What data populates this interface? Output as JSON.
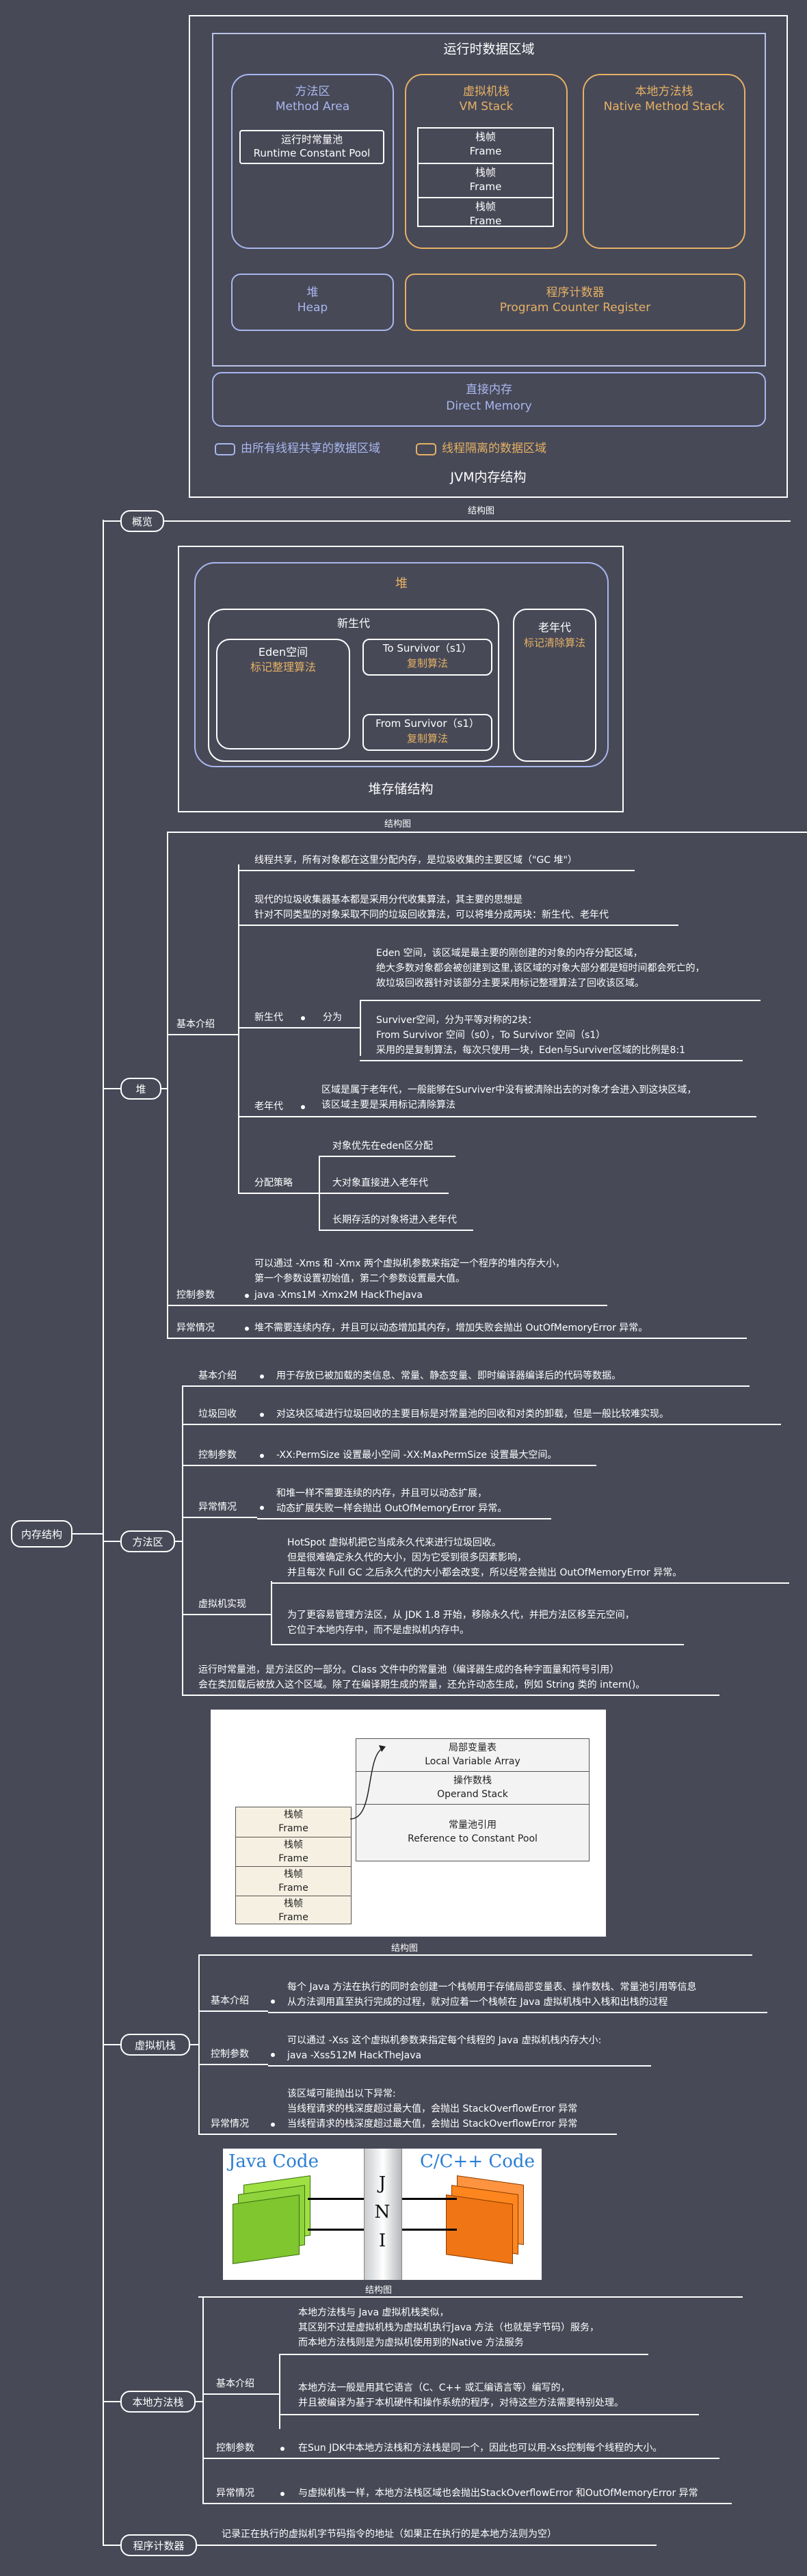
{
  "root": {
    "label": "内存结构"
  },
  "jvm_figure": {
    "runtime_area_title": "运行时数据区域",
    "method_area": {
      "zh": "方法区",
      "en": "Method Area"
    },
    "constant_pool": {
      "zh": "运行时常量池",
      "en": "Runtime Constant Pool"
    },
    "vm_stack": {
      "zh": "虚拟机栈",
      "en": "VM Stack"
    },
    "frame_zh": "栈帧",
    "frame_en": "Frame",
    "native_stack": {
      "zh": "本地方法栈",
      "en": "Native Method Stack"
    },
    "heap": {
      "zh": "堆",
      "en": "Heap"
    },
    "pc": {
      "zh": "程序计数器",
      "en": "Program Counter Register"
    },
    "direct_memory": {
      "zh": "直接内存",
      "en": "Direct Memory"
    },
    "legend_shared": "由所有线程共享的数据区域",
    "legend_isolated": "线程隔离的数据区域",
    "caption": "JVM内存结构"
  },
  "overview": {
    "label": "概览",
    "figure_caption": "结构图"
  },
  "heap_figure": {
    "heap": "堆",
    "young": "新生代",
    "eden": "Eden空间",
    "eden_algo": "标记整理算法",
    "to_survivor": "To Survivor（s1）",
    "copy_algo": "复制算法",
    "from_survivor": "From Survivor（s1）",
    "old": "老年代",
    "old_algo": "标记清除算法",
    "caption": "堆存储结构",
    "figure_caption": "结构图"
  },
  "heap": {
    "label": "堆",
    "basic_label": "基本介绍",
    "basic_1": "线程共享，所有对象都在这里分配内存，是垃圾收集的主要区域（\"GC 堆\"）",
    "basic_2a": "现代的垃圾收集器基本都是采用分代收集算法，其主要的思想是",
    "basic_2b": "针对不同类型的对象采取不同的垃圾回收算法，可以将堆分成两块：新生代、老年代",
    "young_label": "新生代",
    "split_label": "分为",
    "eden_1": "Eden 空间，该区域是最主要的刚创建的对象的内存分配区域，",
    "eden_2": "绝大多数对象都会被创建到这里,该区域的对象大部分都是短时间都会死亡的，",
    "eden_3": "故垃圾回收器针对该部分主要采用标记整理算法了回收该区域。",
    "surv_1": "Surviver空间，分为平等对称的2块：",
    "surv_2": "From Survivor 空间（s0），To Survivor 空间（s1）",
    "surv_3": "采用的是复制算法，每次只使用一块，Eden与Surviver区域的比例是8:1",
    "old_label": "老年代",
    "old_1": "区域是属于老年代，一般能够在Surviver中没有被清除出去的对象才会进入到这块区域，",
    "old_2": "该区域主要是采用标记清除算法",
    "alloc_label": "分配策略",
    "alloc_1": "对象优先在eden区分配",
    "alloc_2": "大对象直接进入老年代",
    "alloc_3": "长期存活的对象将进入老年代",
    "control_label": "控制参数",
    "control_1": "可以通过 -Xms 和 -Xmx 两个虚拟机参数来指定一个程序的堆内存大小，",
    "control_2": "第一个参数设置初始值，第二个参数设置最大值。",
    "control_3": "java -Xms1M -Xmx2M HackTheJava",
    "exception_label": "异常情况",
    "exception_1": "堆不需要连续内存，并且可以动态增加其内存，增加失败会抛出 OutOfMemoryError 异常。"
  },
  "method_area": {
    "label": "方法区",
    "basic_label": "基本介绍",
    "basic_1": "用于存放已被加载的类信息、常量、静态变量、即时编译器编译后的代码等数据。",
    "gc_label": "垃圾回收",
    "gc_1": "对这块区域进行垃圾回收的主要目标是对常量池的回收和对类的卸载，但是一般比较难实现。",
    "control_label": "控制参数",
    "control_1": "-XX:PermSize 设置最小空间 -XX:MaxPermSize 设置最大空间。",
    "exception_label": "异常情况",
    "exception_1": "和堆一样不需要连续的内存，并且可以动态扩展，",
    "exception_2": "动态扩展失败一样会抛出 OutOfMemoryError 异常。",
    "impl_label": "虚拟机实现",
    "impl_1": "HotSpot 虚拟机把它当成永久代来进行垃圾回收。",
    "impl_2": "但是很难确定永久代的大小，因为它受到很多因素影响，",
    "impl_3": "并且每次 Full GC 之后永久代的大小都会改变，所以经常会抛出 OutOfMemoryError 异常。",
    "impl_4": "为了更容易管理方法区，从 JDK 1.8 开始，移除永久代，并把方法区移至元空间，",
    "impl_5": "它位于本地内存中，而不是虚拟机内存中。",
    "pool_1": "运行时常量池，是方法区的一部分。Class 文件中的常量池（编译器生成的各种字面量和符号引用）",
    "pool_2": "会在类加载后被放入这个区域。除了在编译期生成的常量，还允许动态生成，例如 String 类的 intern()。"
  },
  "stack_figure": {
    "frame_zh": "栈帧",
    "frame_en": "Frame",
    "local_zh": "局部变量表",
    "local_en": "Local Variable Array",
    "operand_zh": "操作数栈",
    "operand_en": "Operand Stack",
    "const_zh": "常量池引用",
    "const_en": "Reference to Constant Pool",
    "figure_caption": "结构图"
  },
  "vm_stack": {
    "label": "虚拟机栈",
    "basic_label": "基本介绍",
    "basic_1": "每个 Java 方法在执行的同时会创建一个栈帧用于存储局部变量表、操作数栈、常量池引用等信息",
    "basic_2": "从方法调用直至执行完成的过程，就对应着一个栈帧在 Java 虚拟机栈中入栈和出栈的过程",
    "control_label": "控制参数",
    "control_1": "可以通过 -Xss 这个虚拟机参数来指定每个线程的 Java 虚拟机栈内存大小:",
    "control_2": "java -Xss512M HackTheJava",
    "exception_label": "异常情况",
    "exception_1": "该区域可能抛出以下异常:",
    "exception_2": "当线程请求的栈深度超过最大值，会抛出 StackOverflowError 异常",
    "exception_3": "当线程请求的栈深度超过最大值，会抛出 StackOverflowError 异常"
  },
  "jni_figure": {
    "java_code": "Java Code",
    "c_code": "C/C++ Code",
    "jni_letters": [
      "J",
      "N",
      "I"
    ],
    "figure_caption": "结构图"
  },
  "native_stack": {
    "label": "本地方法栈",
    "basic_label": "基本介绍",
    "basic_1": "本地方法栈与 Java 虚拟机栈类似，",
    "basic_2": "其区别不过是虚拟机栈为虚拟机执行Java 方法（也就是字节码）服务，",
    "basic_3": "而本地方法栈则是为虚拟机使用到的Native 方法服务",
    "basic_4": "本地方法一般是用其它语言（C、C++ 或汇编语言等）编写的，",
    "basic_5": "并且被编译为基于本机硬件和操作系统的程序，对待这些方法需要特别处理。",
    "control_label": "控制参数",
    "control_1": "在Sun JDK中本地方法栈和方法栈是同一个，因此也可以用-Xss控制每个线程的大小。",
    "exception_label": "异常情况",
    "exception_1": "与虚拟机栈一样，本地方法栈区域也会抛出StackOverflowError 和OutOfMemoryError 异常"
  },
  "pc": {
    "label": "程序计数器",
    "desc": "记录正在执行的虚拟机字节码指令的地址（如果正在执行的是本地方法则为空）"
  },
  "colors": {
    "background": "#474957",
    "shared": "#a9b7ee",
    "isolated": "#e6b164",
    "java_green": "#8fd43c",
    "c_orange": "#ff7f1e"
  }
}
